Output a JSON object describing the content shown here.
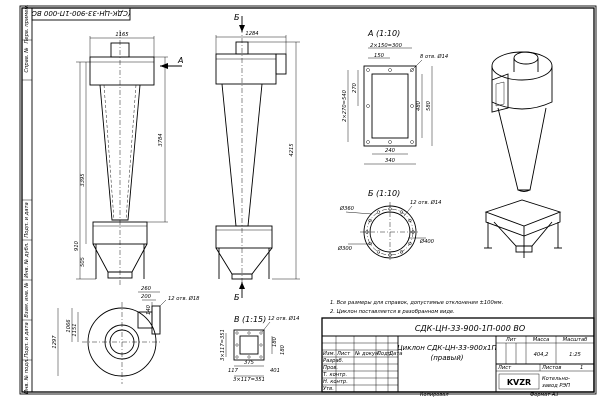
{
  "colors": {
    "ink": "#000000",
    "paper": "#ffffff",
    "shade": "#d9d9d9"
  },
  "stamp_code": "(СДК-ЦН-33-900-1П-000 ВО",
  "side_strip": {
    "perv_primen": "Перв. примен.",
    "sprav": "Справ. №",
    "podp_data_1": "Подп. и дата",
    "inv_dubl": "Инв. № дубл.",
    "vzam_inv": "Взам. инв. №",
    "podp_data_2": "Подп. и дата",
    "inv_podl": "Инв. № подл."
  },
  "front_view": {
    "arrow_label": "А",
    "dim_top": "1165",
    "dim_total": "3784",
    "dim_body": "3395",
    "dim_hopper": "910",
    "dim_hopper_low": "505"
  },
  "side_view": {
    "section_label_top": "Б",
    "section_label_bottom": "Б",
    "dim_top": "1284",
    "dim_total": "4215"
  },
  "view_a": {
    "title": "А (1:10)",
    "dim_top": "2×150=300",
    "dim_150": "150",
    "holes": "8 отв. Ø14",
    "dim_270": "270",
    "dim_left": "2×270=540",
    "dim_480": "480",
    "dim_580": "580",
    "dim_240": "240",
    "dim_340": "340"
  },
  "view_b": {
    "title": "Б (1:10)",
    "holes": "12 отв. Ø14",
    "dia_360": "Ø360",
    "dia_400": "Ø400",
    "dia_300": "Ø300"
  },
  "plan_view": {
    "dim_260": "260",
    "dim_200": "200",
    "dim_140": "140",
    "holes": "12 отв. Ø18",
    "dim_1066": "1066",
    "dim_1297": "1297",
    "dim_1151": "1151"
  },
  "view_v": {
    "title": "В (1:15)",
    "holes": "12 отв. Ø14",
    "dim_left": "3×117=351",
    "dim_375": "375",
    "dim_117": "117",
    "dim_401": "401",
    "dim_bottom": "3×117=351",
    "dim_right_1": "180",
    "dim_right_2": "180"
  },
  "notes": [
    "1. Все размеры для справок, допустимые отклонения ±100мм.",
    "2. Циклон поставляется в разобранном виде."
  ],
  "title_block": {
    "designation": "СДК-ЦН-33-900-1П-000 ВО",
    "name_line1": "Циклон СДК-ЦН-33-900х1П",
    "name_line2": "(правый)",
    "col_lit": "Лит",
    "col_mass": "Масса",
    "col_scale": "Масштаб",
    "mass": "404,2",
    "scale": "1:25",
    "sheet": "Лист",
    "sheets": "Листов",
    "sheets_val": "1",
    "row_izm": "Изм.",
    "row_list": "Лист",
    "row_ndoc": "№ докум.",
    "row_podp": "Подп.",
    "row_data": "Дата",
    "razrab": "Разраб.",
    "prov": "Пров.",
    "t_kontr": "Т. контр.",
    "n_kontr": "Н. контр.",
    "utv": "Утв.",
    "logo": "KVZR",
    "company_line1": "Котельно-",
    "company_line2": "завод РЭП",
    "kopiroval": "Копировал",
    "format": "Формат А3"
  }
}
